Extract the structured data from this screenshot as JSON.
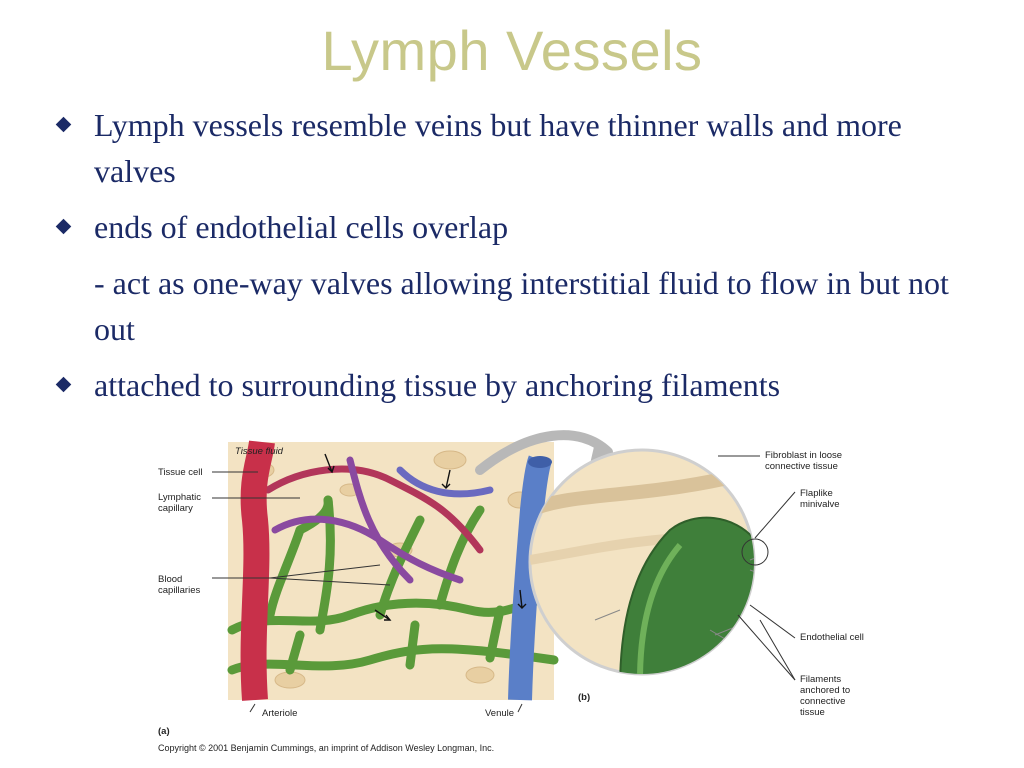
{
  "title": "Lymph Vessels",
  "bullets": [
    "Lymph vessels resemble veins but have thinner walls and more valves",
    "ends of endothelial cells overlap",
    "- act as one-way valves allowing interstitial fluid to flow in but not out",
    "attached to surrounding tissue by anchoring filaments"
  ],
  "figure": {
    "tissue_fluid": "Tissue fluid",
    "tissue_cell": "Tissue cell",
    "lymphatic_capillary": "Lymphatic capillary",
    "blood_capillaries": "Blood capillaries",
    "arteriole": "Arteriole",
    "venule": "Venule",
    "panel_a": "(a)",
    "panel_b": "(b)",
    "fibroblast": "Fibroblast in loose connective tissue",
    "minivalve": "Flaplike minivalve",
    "endothelial": "Endothelial cell",
    "filaments": "Filaments anchored to connective tissue",
    "copyright": "Copyright © 2001 Benjamin Cummings, an imprint of Addison Wesley Longman, Inc."
  },
  "colors": {
    "title": "#c8c88a",
    "text": "#1b2a66",
    "arteriole": "#c8304a",
    "venule": "#5a7fc8",
    "lymphatic": "#5a9a3a",
    "tissue": "#f3e3c3"
  }
}
